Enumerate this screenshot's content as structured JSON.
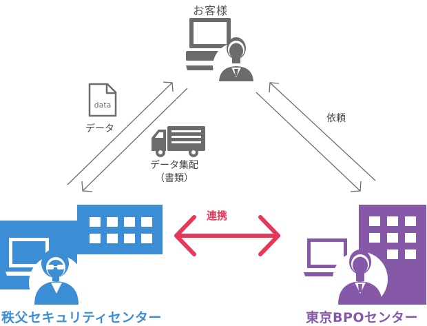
{
  "title": "お客様",
  "nodes": {
    "customer": {
      "label": "お客様"
    },
    "chichibu": {
      "label": "秩父セキュリティセンター"
    },
    "tokyo": {
      "label": "東京BPOセンター"
    }
  },
  "file_icon_text": "data",
  "edges": {
    "data": {
      "label": "データ"
    },
    "delivery": {
      "line1": "データ集配",
      "line2": "（書類）"
    },
    "request": {
      "label": "依頼"
    },
    "link": {
      "label": "連携"
    }
  },
  "colors": {
    "gray": "#6b6b6b",
    "blue": "#3b8ed6",
    "purple": "#8658a8",
    "pink": "#e8385a",
    "white": "#ffffff"
  }
}
